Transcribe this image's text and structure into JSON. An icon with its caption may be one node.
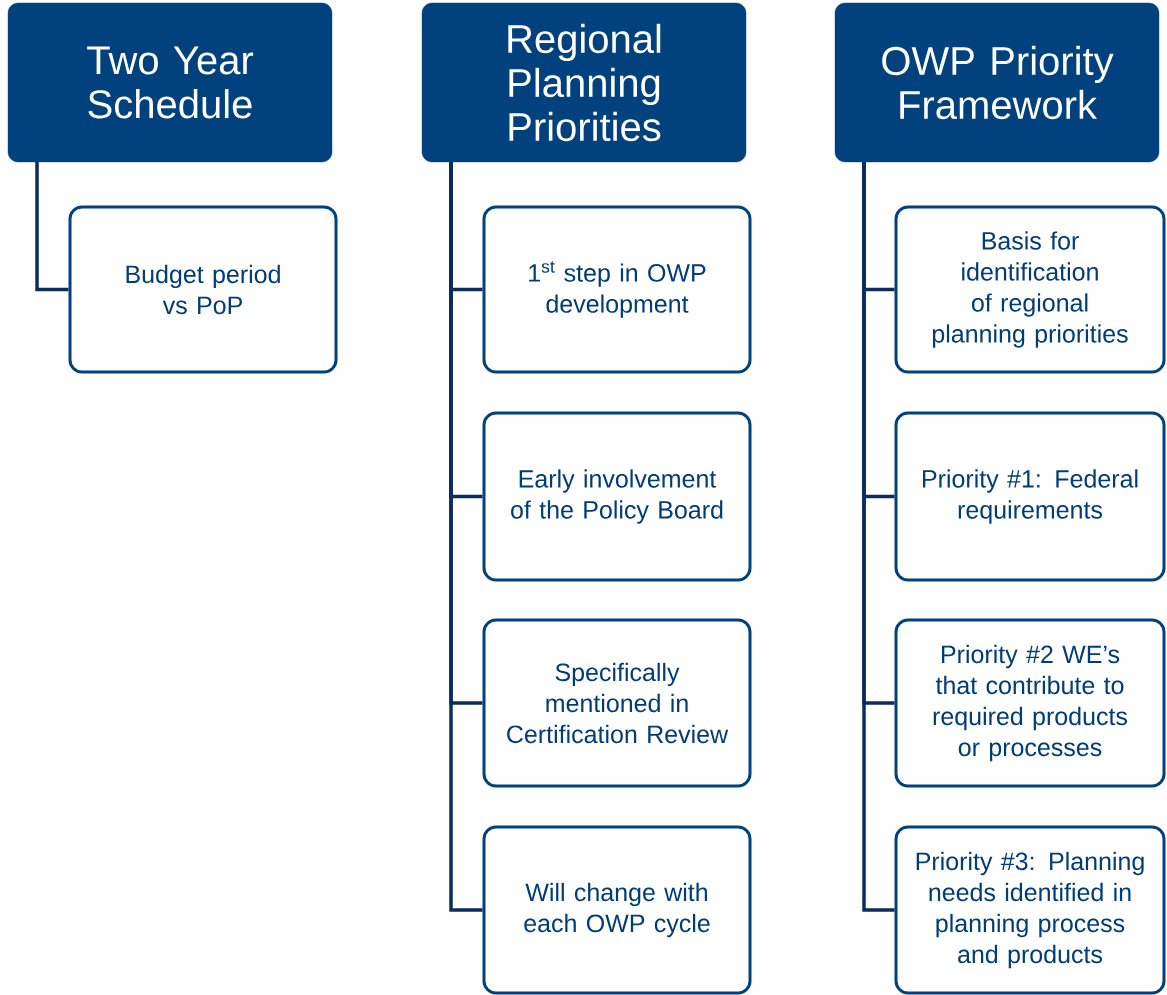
{
  "diagram": {
    "nodes": [
      {
        "text": [
          "Two Year Schedule"
        ]
      },
      {
        "text": [
          "Budget period vs PoP"
        ]
      },
      {
        "text": [
          "Regional Planning Priorities"
        ]
      },
      {
        "text": [
          "1$^{st}$ step in OWP development"
        ]
      },
      {
        "text": [
          "Early involvement of the Policy Board"
        ]
      },
      {
        "text": [
          "Specifically mentioned in Certification Review"
        ]
      },
      {
        "text": [
          "Will change with each OWP cycle"
        ]
      },
      {
        "text": [
          "OWP Priority Framework"
        ]
      },
      {
        "text": [
          "Basis for identification of regional planning priorities"
        ]
      },
      {
        "text": [
          "Priority #1: Federal requirements"
        ]
      },
      {
        "text": [
          "Priority #2 WE’s that contribute to required products or processes"
        ]
      },
      {
        "text": [
          "Priority #3: Planning needs identified in planning process and products"
        ]
      }
    ],
    "edges": [
      {
        "from": 0,
        "to": 1,
        "arrow": "none"
      },
      {
        "from": 2,
        "to": 3,
        "arrow": "none"
      },
      {
        "from": 2,
        "to": 4,
        "arrow": "none"
      },
      {
        "from": 2,
        "to": 5,
        "arrow": "none"
      },
      {
        "from": 2,
        "to": 6,
        "arrow": "none"
      },
      {
        "from": 7,
        "to": 8,
        "arrow": "none"
      },
      {
        "from": 7,
        "to": 9,
        "arrow": "none"
      },
      {
        "from": 7,
        "to": 10,
        "arrow": "none"
      },
      {
        "from": 7,
        "to": 11,
        "arrow": "none"
      }
    ]
  }
}
